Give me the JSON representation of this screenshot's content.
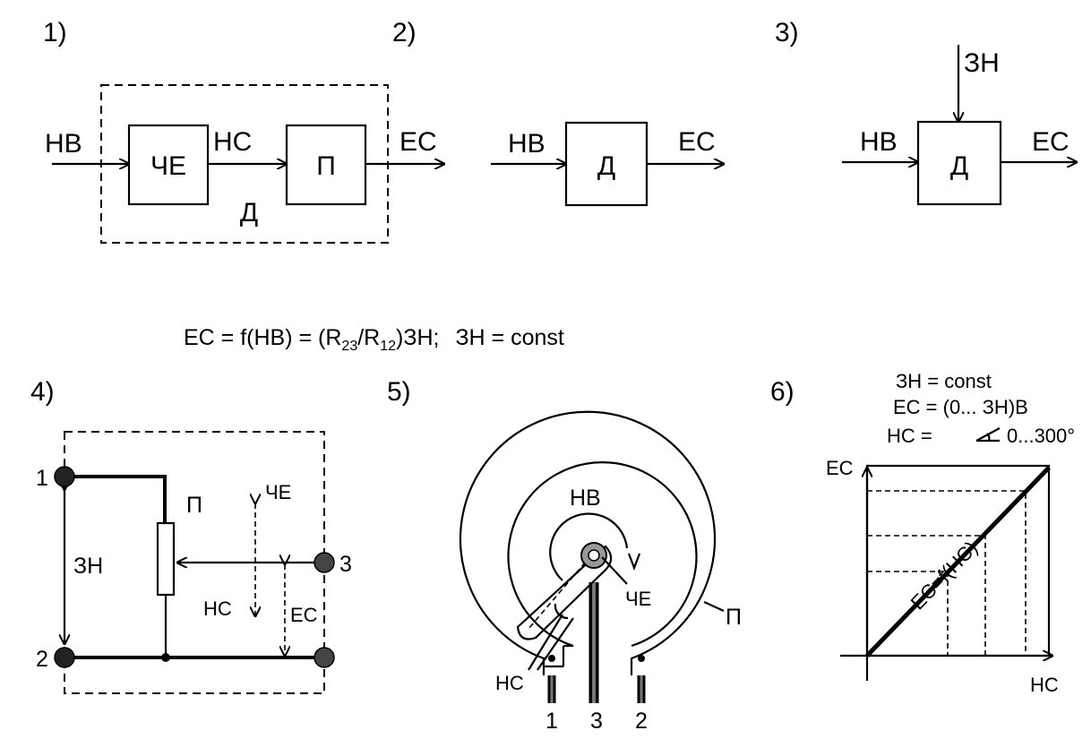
{
  "panel_labels": [
    "1)",
    "2)",
    "3)",
    "4)",
    "5)",
    "6)"
  ],
  "panel1": {
    "input": "НВ",
    "sensor": "ЧЕ",
    "intermediate": "НС",
    "converter": "П",
    "output": "ЕС",
    "device": "Д"
  },
  "panel2": {
    "input": "НВ",
    "device": "Д",
    "output": "ЕС"
  },
  "panel3": {
    "supply": "ЗН",
    "input": "НВ",
    "device": "Д",
    "output": "ЕС"
  },
  "formula": {
    "lhs": "ЕС = f(НВ) = (R",
    "sub1": "23",
    "mid": "/R",
    "sub2": "12",
    "rhs": ")ЗН;",
    "cond": "ЗН = const"
  },
  "panel4": {
    "node1": "1",
    "node2": "2",
    "node3": "3",
    "supply": "ЗН",
    "resistor": "П",
    "sensor": "ЧЕ",
    "intermediate": "НС",
    "output": "ЕС"
  },
  "panel5": {
    "input": "НВ",
    "sensor": "ЧЕ",
    "resistor": "П",
    "intermediate": "НС",
    "pin1": "1",
    "pin3": "3",
    "pin2": "2"
  },
  "panel6": {
    "cond1": "ЗН = const",
    "cond2": "ЕС = (0... ЗН)В",
    "cond3_pre": "НС =",
    "cond3_post": "0...300°",
    "y_axis": "ЕС",
    "x_axis": "НС",
    "line_label": "ЕС=f(НС)"
  }
}
